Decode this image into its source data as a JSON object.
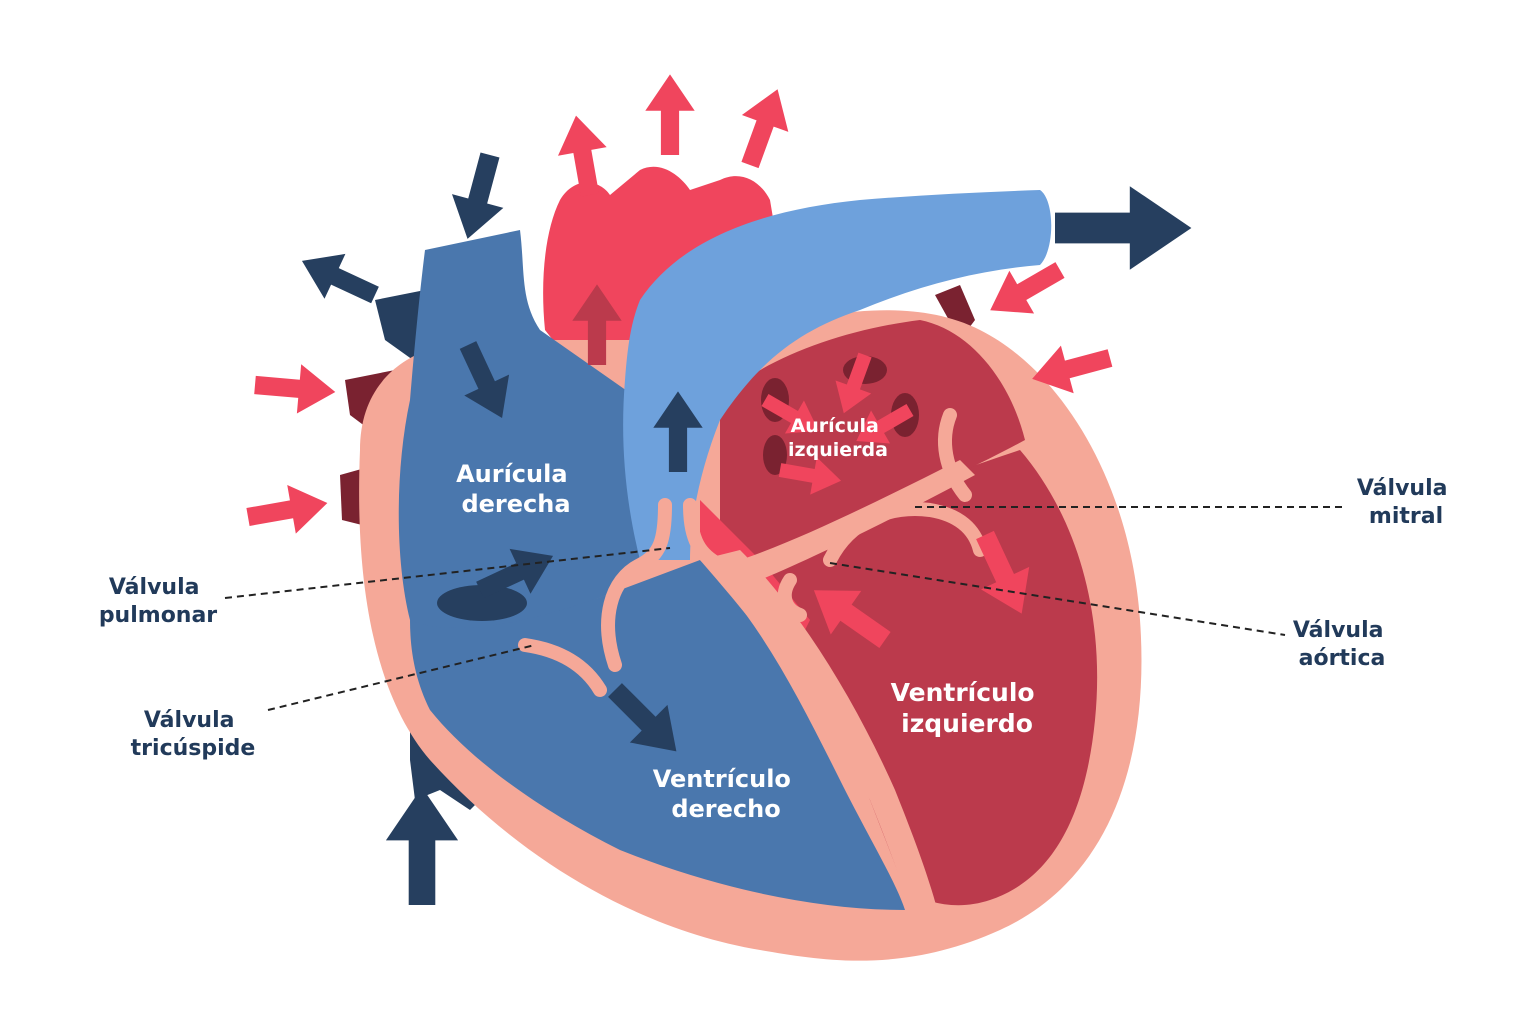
{
  "labels": {
    "right_atrium": [
      "Aurícula",
      "derecha"
    ],
    "left_atrium": [
      "Aurícula",
      "izquierda"
    ],
    "right_ventricle": [
      "Ventrículo",
      "derecho"
    ],
    "left_ventricle": [
      "Ventrículo",
      "izquierdo"
    ],
    "mitral_valve": [
      "Válvula",
      "mitral"
    ],
    "pulmonary_valve": [
      "Válvula",
      "pulmonar"
    ],
    "aortic_valve": [
      "Válvula",
      "aórtica"
    ],
    "tricuspid_valve": [
      "Válvula",
      "tricúspide"
    ]
  },
  "colors": {
    "deoxygenated": "#4a77ad",
    "deoxygenated_dark": "#263f5f",
    "oxygenated": "#f0455d",
    "oxygenated_dark": "#bb3a4c",
    "pulmonary_artery": "#6ea1dc",
    "wall": "#f5a898",
    "vessel_dark_red": "#7a2230"
  }
}
